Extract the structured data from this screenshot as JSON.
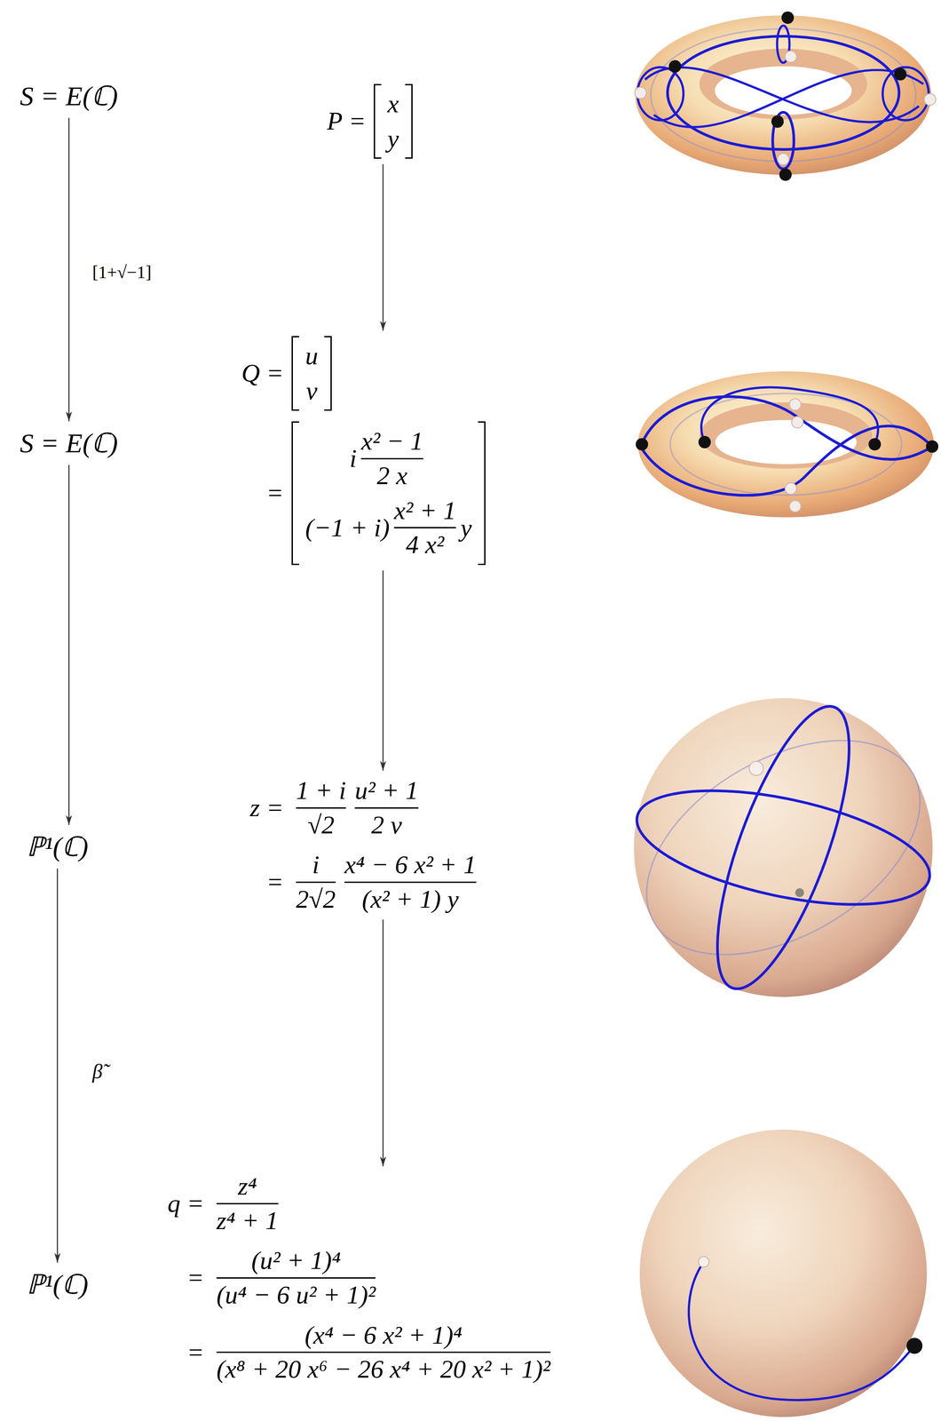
{
  "diagram": {
    "nodes": [
      {
        "text": [
          "S = E(ℂ)"
        ]
      },
      {
        "text": [
          "S = E(ℂ)"
        ]
      },
      {
        "text": [
          "ℙ¹(ℂ)"
        ]
      },
      {
        "text": [
          "ℙ¹(ℂ)"
        ]
      },
      {
        "text": [
          "P =",
          "x",
          "y"
        ]
      },
      {
        "text": [
          "Q =",
          "u",
          "v",
          "=",
          "i",
          "x² − 1",
          "2 x",
          "(−1 + i)",
          "x² + 1",
          "4 x²",
          "y"
        ]
      },
      {
        "text": [
          "z =",
          "1 + i",
          "√2",
          "u² + 1",
          "2 v",
          "=",
          "i",
          "2√2",
          "x⁴ − 6 x² + 1",
          "(x² + 1) y"
        ]
      },
      {
        "text": [
          "q =",
          "z⁴",
          "z⁴ + 1",
          "=",
          "(u² + 1)⁴",
          "(u⁴ − 6 u² + 1)²",
          "=",
          "(x⁴ − 6 x² + 1)⁴",
          "(x⁸ + 20 x⁶ − 26 x⁴ + 20 x² + 1)²"
        ]
      }
    ],
    "edges": [
      {
        "from": 0,
        "to": 1,
        "arrow": "to",
        "label": "[1+√−1]"
      },
      {
        "from": 1,
        "to": 2,
        "arrow": "to"
      },
      {
        "from": 2,
        "to": 3,
        "arrow": "to",
        "label": "β̃"
      },
      {
        "from": 4,
        "to": 5,
        "arrow": "to"
      },
      {
        "from": 5,
        "to": 6,
        "arrow": "to"
      },
      {
        "from": 6,
        "to": 7,
        "arrow": "to"
      }
    ]
  }
}
